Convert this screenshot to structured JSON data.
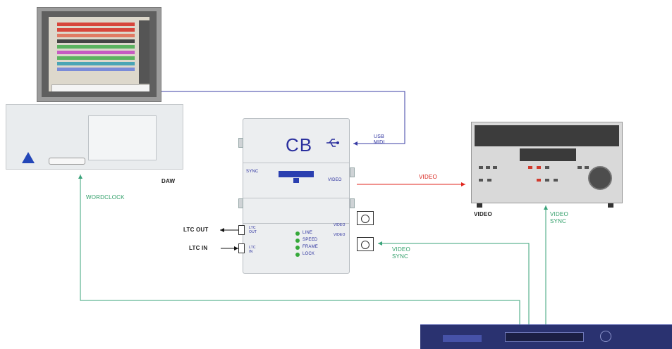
{
  "cb_interface": {
    "title": "CB",
    "usb_label": "USB\nMIDI",
    "left_top_label": "SYNC",
    "right_mid_label": "VIDEO",
    "led_labels": [
      "LINE",
      "SPEED",
      "FRAME",
      "LOCK"
    ],
    "ltc_out_jack_label": "LTC\nOUT",
    "ltc_in_jack_label": "LTC\nIN",
    "bnc_labels": [
      "VIDEO",
      "VIDEO"
    ]
  },
  "labels": {
    "daw": "DAW",
    "vtr": "VIDEO",
    "wordclock": "WORDCLOCK",
    "usb_midi": "USB\nMIDI",
    "video_out": "VIDEO",
    "video_sync_right": "VIDEO\nSYNC",
    "video_sync_center": "VIDEO\nSYNC",
    "ltc_out": "LTC OUT",
    "ltc_in": "LTC IN"
  },
  "colors": {
    "usb_wire": "#3b3fa6",
    "video_wire": "#e0251d",
    "sync_wire": "#3aa37a",
    "ltc_wire": "#111111",
    "cb_accent": "#2a2f9e",
    "led": "#35a83a"
  },
  "icons": {
    "usb": "usb-icon",
    "daw_logo": "triangle-logo-icon"
  }
}
